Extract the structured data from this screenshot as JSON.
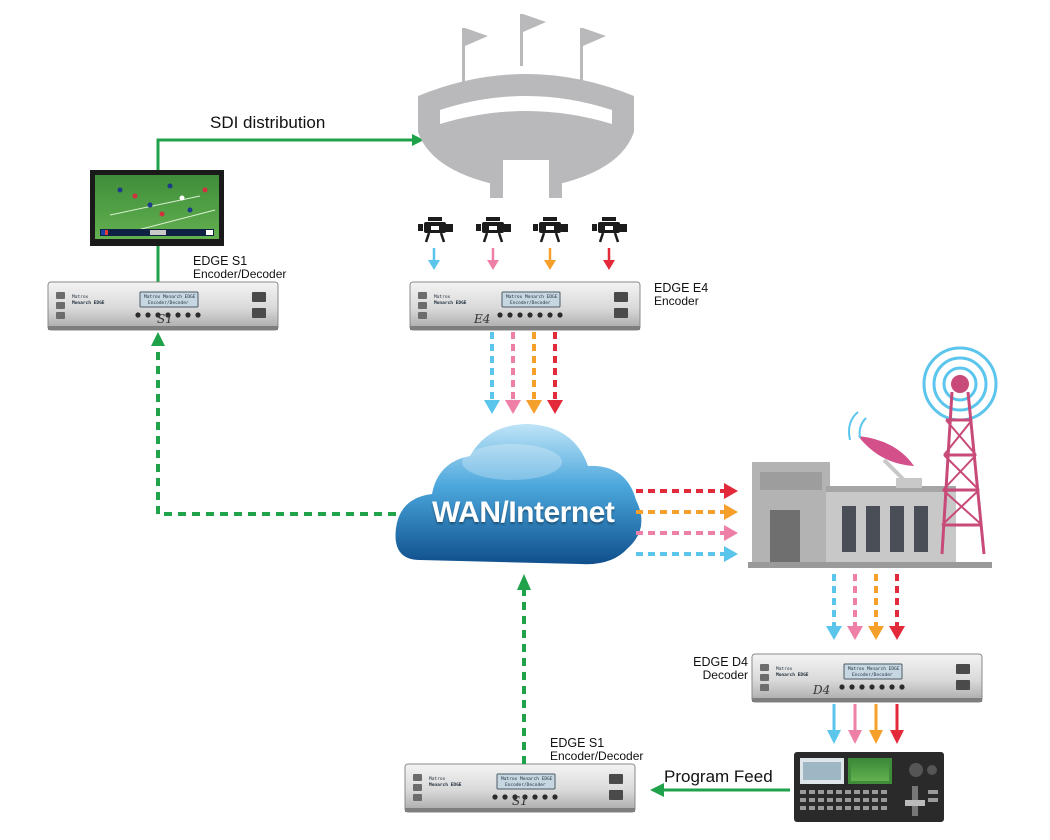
{
  "labels": {
    "sdi_distribution": "SDI distribution",
    "program_feed": "Program Feed",
    "wan": "WAN/Internet"
  },
  "devices": {
    "s1_top": {
      "name": "EDGE S1",
      "role": "Encoder/Decoder",
      "badge": "S1"
    },
    "e4": {
      "name": "EDGE E4",
      "role": "Encoder",
      "badge": "E4"
    },
    "d4": {
      "name": "EDGE D4",
      "role": "Decoder",
      "badge": "D4"
    },
    "s1_bottom": {
      "name": "EDGE S1",
      "role": "Encoder/Decoder",
      "badge": "S1"
    }
  },
  "colors": {
    "sdi_green": "#1fa24a",
    "stream_blue": "#5bc5ec",
    "stream_pink": "#ee7fa6",
    "stream_orange": "#f5a02a",
    "stream_red": "#e32a3a",
    "cloud_blue": "#1f6fb0",
    "stadium_gray": "#b9b9bb",
    "tower_pink": "#c84a78"
  },
  "icons": {
    "stadium": "stadium-icon",
    "camera": "camera-icon",
    "cloud": "cloud-icon",
    "broadcast_station": "broadcast-station-icon",
    "transmission_tower": "transmission-tower-icon",
    "satellite_dish": "satellite-dish-icon",
    "monitor": "tv-monitor-icon",
    "switcher": "production-switcher-icon"
  }
}
